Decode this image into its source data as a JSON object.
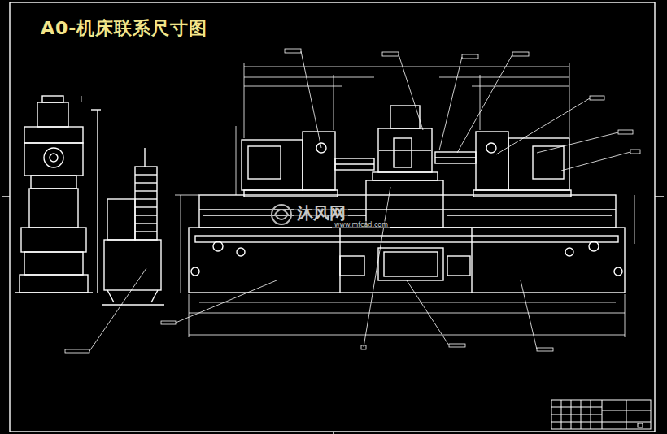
{
  "diagram": {
    "title": "A0-机床联系尺寸图",
    "labels": [
      "沐风网",
      "www.mfcad.com"
    ]
  }
}
